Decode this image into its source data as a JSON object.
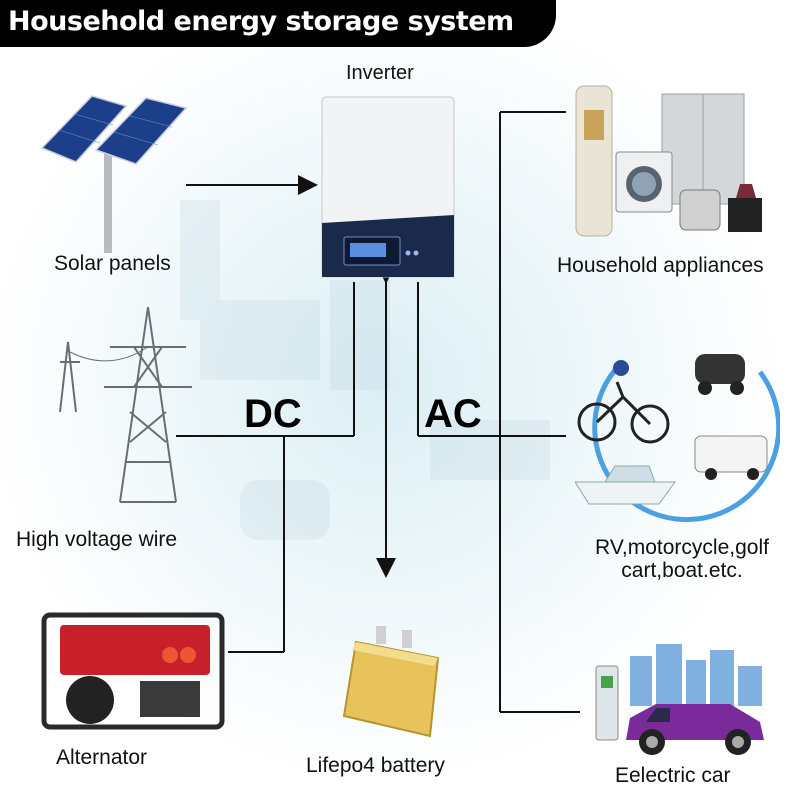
{
  "title": "Household energy storage system",
  "labels": {
    "inverter": "Inverter",
    "solar_panels": "Solar panels",
    "high_voltage_wire": "High voltage wire",
    "alternator": "Alternator",
    "battery": "Lifepo4 battery",
    "household_appliances": "Household appliances",
    "vehicles_line1": "RV,motorcycle,golf",
    "vehicles_line2": "cart,boat.etc.",
    "electric_car": "Eelectric car"
  },
  "buses": {
    "dc": "DC",
    "ac": "AC"
  },
  "colors": {
    "title_bg": "#000000",
    "title_text": "#ffffff",
    "inverter_body": "#f2f3f5",
    "inverter_panel": "#1b2a4a",
    "battery_gold": "#e8c25a",
    "generator_red": "#c8202a",
    "car_purple": "#7a2a9a"
  }
}
